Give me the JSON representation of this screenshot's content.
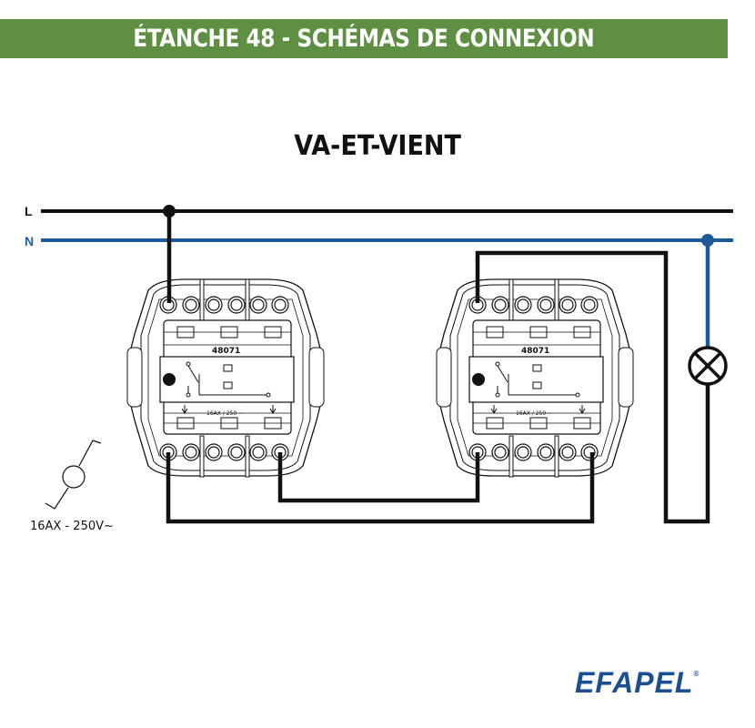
{
  "header": {
    "title": "ÉTANCHE 48 - SCHÉMAS DE CONNEXION"
  },
  "diagram": {
    "subtitle": "VA-ET-VIENT",
    "lines": [
      {
        "label": "L",
        "color": "#111111"
      },
      {
        "label": "N",
        "color": "#1d5a9a"
      }
    ],
    "switches": [
      {
        "model": "48071",
        "rating": "16AX / 250 ~"
      },
      {
        "model": "48071",
        "rating": "16AX / 250 ~"
      }
    ],
    "switch_symbol_label": "16AX - 250V~",
    "lamp": "lamp"
  },
  "brand": {
    "logo": "EFAPEL",
    "mark": "®",
    "color": "#1b4f93"
  },
  "colors": {
    "banner": "#5e8f42"
  }
}
